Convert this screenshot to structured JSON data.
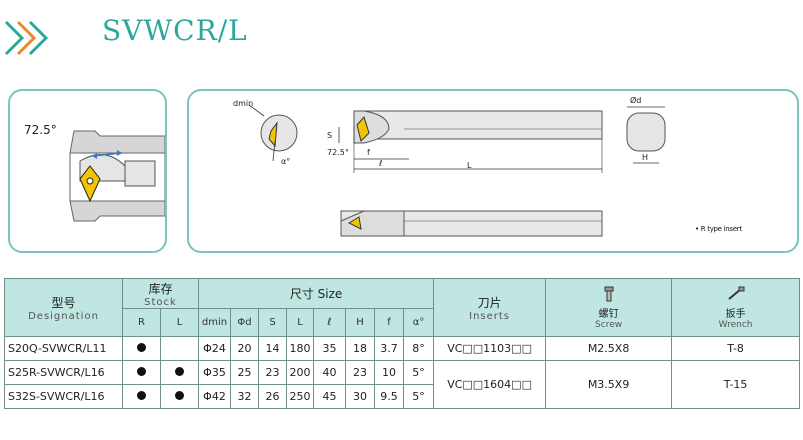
{
  "header": {
    "title": "SVWCR/L",
    "accent_color": "#2aa89a",
    "icon": "double-chevron-right-icon"
  },
  "diagram": {
    "angle_label": "72.5°",
    "dmin_label": "dmin",
    "alpha_label": "α°",
    "s_label": "S",
    "angle2_label": "72.5°",
    "f_label": "f",
    "l_small_label": "ℓ",
    "L_label": "L",
    "d_label": "Ød",
    "h_label": "H",
    "note": "• R type insert"
  },
  "table": {
    "headers": {
      "designation_zh": "型号",
      "designation_en": "Designation",
      "stock_zh": "库存",
      "stock_en": "Stock",
      "size": "尺寸 Size",
      "inserts_zh": "刀片",
      "inserts_en": "Inserts",
      "screw_zh": "螺钉",
      "screw_en": "Screw",
      "wrench_zh": "扳手",
      "wrench_en": "Wrench",
      "r": "R",
      "l": "L",
      "dmin": "dmin",
      "phid": "Φd",
      "s": "S",
      "L": "L",
      "lsmall": "ℓ",
      "H": "H",
      "f": "f",
      "alpha": "α°"
    },
    "rows": [
      {
        "designation": "S20Q-SVWCR/L11",
        "r": true,
        "l": false,
        "dmin": "Φ24",
        "d": "20",
        "s": "14",
        "L": "180",
        "lsmall": "35",
        "H": "18",
        "f": "3.7",
        "a": "8°",
        "insert": "VC□□1103□□",
        "screw": "M2.5X8",
        "wrench": "T-8"
      },
      {
        "designation": "S25R-SVWCR/L16",
        "r": true,
        "l": true,
        "dmin": "Φ35",
        "d": "25",
        "s": "23",
        "L": "200",
        "lsmall": "40",
        "H": "23",
        "f": "10",
        "a": "5°",
        "insert": "VC□□1604□□",
        "screw": "M3.5X9",
        "wrench": "T-15"
      },
      {
        "designation": "S32S-SVWCR/L16",
        "r": true,
        "l": true,
        "dmin": "Φ42",
        "d": "32",
        "s": "26",
        "L": "250",
        "lsmall": "45",
        "H": "30",
        "f": "9.5",
        "a": "5°",
        "insert": "",
        "screw": "",
        "wrench": ""
      }
    ]
  }
}
